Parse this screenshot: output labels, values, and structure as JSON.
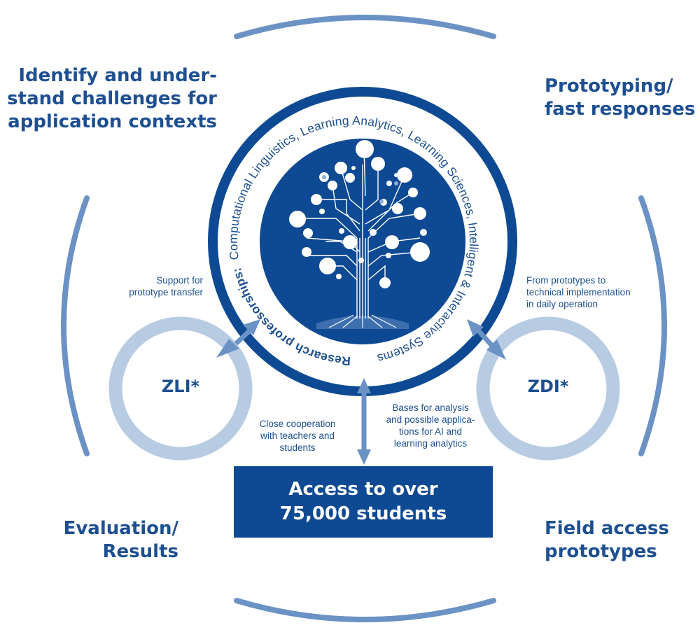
{
  "corners": {
    "top_left": [
      "Identify and under-",
      "stand challenges for",
      "application contexts"
    ],
    "top_right": [
      "Prototyping/",
      "fast responses"
    ],
    "bottom_left": [
      "Evaluation/",
      "Results"
    ],
    "bottom_right": [
      "Field access",
      "prototypes"
    ]
  },
  "center_ring": {
    "bold_text": "Research professorships:",
    "text": "Computational Linguistics, Learning Analytics, Learning Sciences, Intelligent & Interactive Systems"
  },
  "hubs": {
    "left": "ZLI*",
    "right": "ZDI*"
  },
  "notes": {
    "support": [
      "Support for",
      "prototype transfer"
    ],
    "from_prototypes": [
      "From prototypes to",
      "technical implementation",
      "in daily operation"
    ],
    "close_cooperation": [
      "Close cooperation",
      "with teachers and",
      "students"
    ],
    "bases": [
      "Bases for analysis",
      "and possible applica-",
      "tions for AI and",
      "learning analytics"
    ]
  },
  "access_box": [
    "Access to over",
    "75,000 students"
  ],
  "colors": {
    "dark_blue": "#0e4a93",
    "text_blue": "#1d4f91",
    "arc_blue": "#6b92c4",
    "light_ring": "#b7cbe3"
  },
  "icons": {
    "center": "circuit-tree-icon"
  }
}
